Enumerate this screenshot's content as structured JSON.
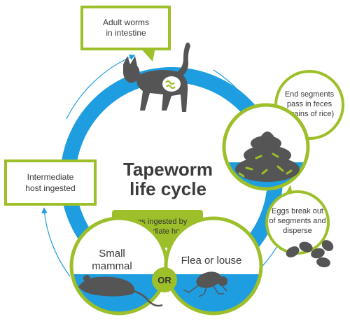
{
  "title": {
    "line1": "Tapeworm",
    "line2": "life cycle"
  },
  "stages": {
    "adult": {
      "line1": "Adult worms",
      "line2": "in intestine",
      "icon": "cat-icon"
    },
    "end_segments": {
      "line1": "End segments",
      "line2": "pass in feces",
      "line3": "(grains of rice)",
      "icon": "feces-icon"
    },
    "eggs": {
      "line1": "Eggs break out",
      "line2": "of segments and",
      "line3": "disperse",
      "icon": "eggs-icon"
    },
    "ingested": {
      "line1": "Eggs ingested by",
      "line2": "intermediate host:"
    },
    "small_mammal": {
      "line1": "Small",
      "line2": "mammal",
      "icon": "rodent-icon"
    },
    "or_label": "OR",
    "flea": {
      "label": "Flea or louse",
      "icon": "flea-icon"
    },
    "intermediate": {
      "line1": "Intermediate",
      "line2": "host ingested"
    }
  },
  "colors": {
    "blue": "#1e9ee0",
    "green": "#9cbf2a",
    "dark": "#555555",
    "light_blue": "#9fd3f0"
  }
}
